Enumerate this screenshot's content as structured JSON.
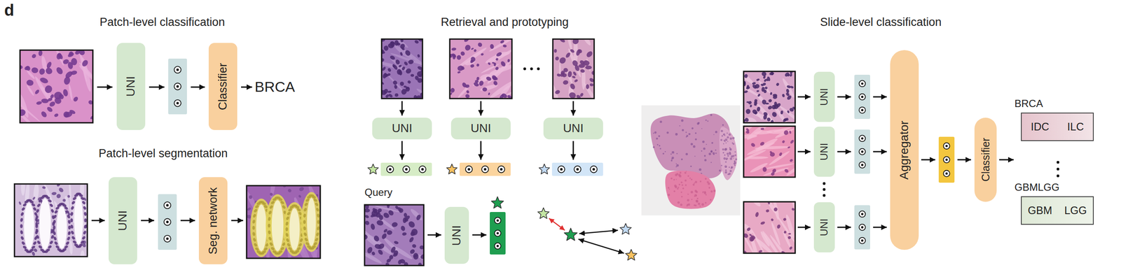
{
  "diagram": {
    "nodes": [
      {
        "text": [
          "UNI"
        ]
      },
      {
        "text": [
          "Classifier"
        ]
      },
      {
        "text": [
          "UNI"
        ]
      },
      {
        "text": [
          "Seg. network"
        ]
      },
      {
        "text": [
          "UNI"
        ]
      },
      {
        "text": [
          "UNI"
        ]
      },
      {
        "text": [
          "UNI"
        ]
      },
      {
        "text": [
          "UNI"
        ]
      },
      {
        "text": [
          "UNI"
        ]
      },
      {
        "text": [
          "UNI"
        ]
      },
      {
        "text": [
          "UNI"
        ]
      },
      {
        "text": [
          "Aggregator"
        ]
      },
      {
        "text": [
          "Classifier"
        ]
      },
      {
        "text": [
          "BRCA",
          "IDC",
          "ILC"
        ]
      },
      {
        "text": [
          "GBMLGG",
          "GBM",
          "LGG"
        ]
      }
    ],
    "labels": [
      "d",
      "Patch-level classification",
      "Retrieval and prototyping",
      "Slide-level classification",
      "BRCA",
      "Patch-level segmentation",
      "Query"
    ]
  }
}
